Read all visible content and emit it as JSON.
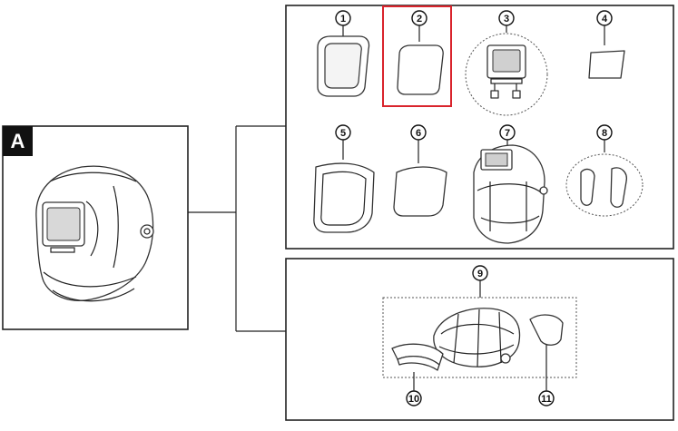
{
  "section_label": "A",
  "callouts": {
    "c1": "1",
    "c2": "2",
    "c3": "3",
    "c4": "4",
    "c5": "5",
    "c6": "6",
    "c7": "7",
    "c8": "8",
    "c9": "9",
    "c10": "10",
    "c11": "11"
  },
  "colors": {
    "highlight": "#d9242c",
    "label_bg": "#111111",
    "line": "#222222"
  },
  "highlighted_part": "2"
}
